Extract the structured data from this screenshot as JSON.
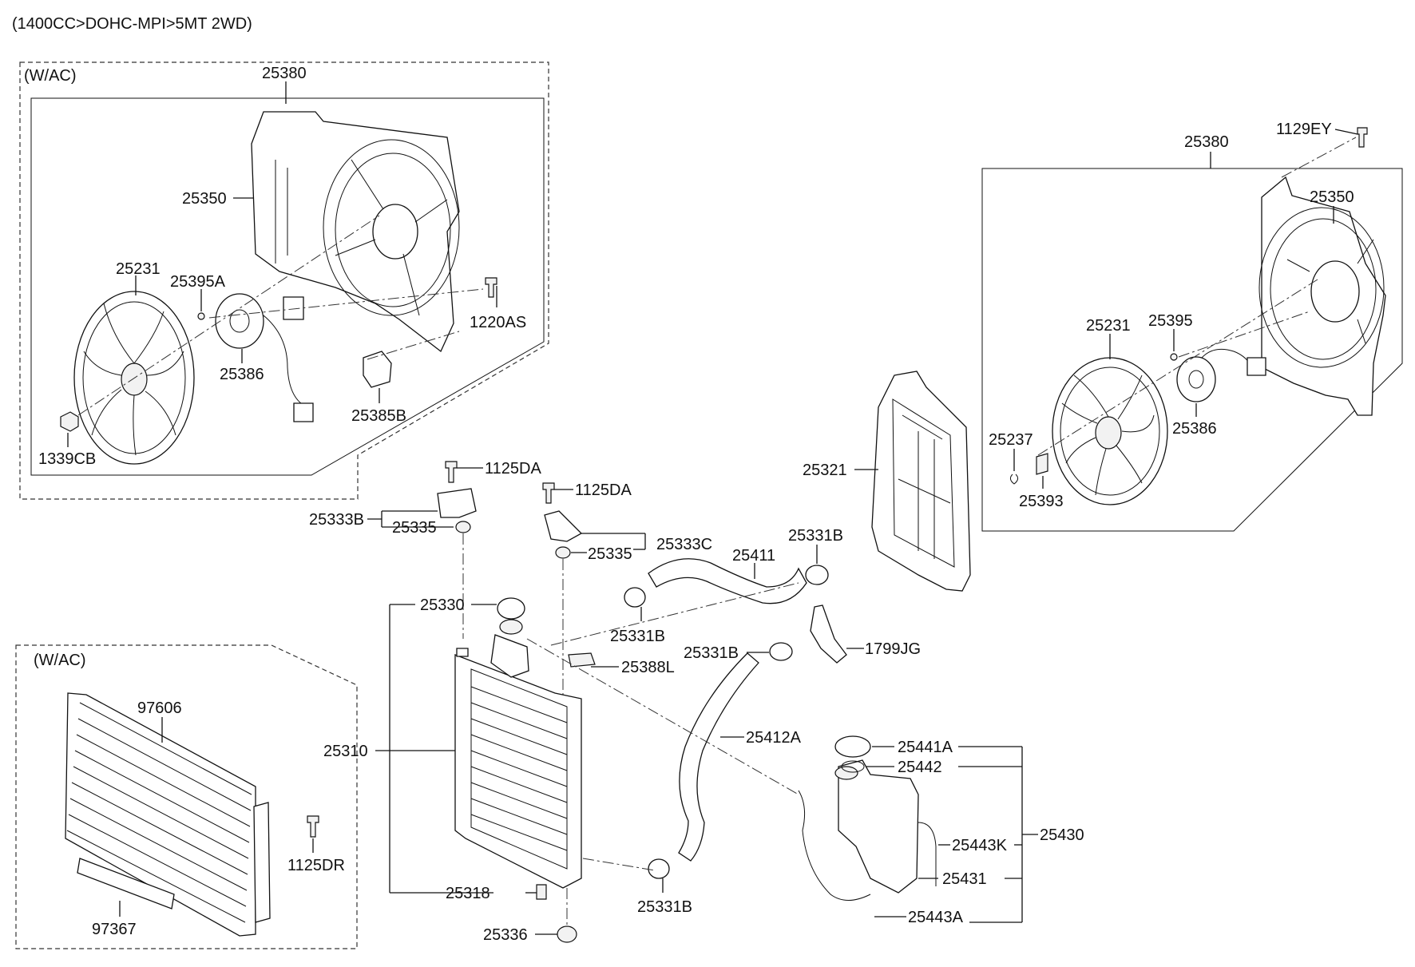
{
  "header": "(1400CC>DOHC-MPI>5MT 2WD)",
  "group_labels": {
    "wac_fan": "(W/AC)",
    "wac_condenser": "(W/AC)"
  },
  "labels": {
    "fan_l_shroud_assy": "25380",
    "fan_l_shroud": "25350",
    "fan_l_fan": "25231",
    "fan_l_screw": "25395A",
    "fan_l_motor": "25386",
    "fan_l_bolt": "1220AS",
    "fan_l_resistor": "25385B",
    "fan_l_nut": "1339CB",
    "fan_r_shroud_assy": "25380",
    "fan_r_bolt": "1129EY",
    "fan_r_shroud": "25350",
    "fan_r_fan": "25231",
    "fan_r_screw": "25395",
    "fan_r_motor": "25386",
    "fan_r_clip": "25237",
    "fan_r_bracket": "25393",
    "air_guard": "25321",
    "bolt_upper_1": "1125DA",
    "bolt_upper_2": "1125DA",
    "bracket_b": "25333B",
    "insulator_1": "25335",
    "bracket_c": "25333C",
    "insulator_2": "25335",
    "hose_upper": "25411",
    "clamp_1": "25331B",
    "clamp_2": "25331B",
    "clamp_3": "25331B",
    "clamp_4": "25331B",
    "band": "1799JG",
    "cap_radiator": "25330",
    "hose_overflow": "25388L",
    "radiator": "25310",
    "hose_lower": "25412A",
    "drain_plug": "25318",
    "insulator_lower": "25336",
    "reservoir_cap": "25441A",
    "reservoir_seal": "25442",
    "reservoir_assy": "25430",
    "reservoir_hose_k": "25443K",
    "reservoir_tank": "25431",
    "reservoir_hose_a": "25443A",
    "condenser": "97606",
    "condenser_bolt": "1125DR",
    "condenser_pad": "97367"
  }
}
